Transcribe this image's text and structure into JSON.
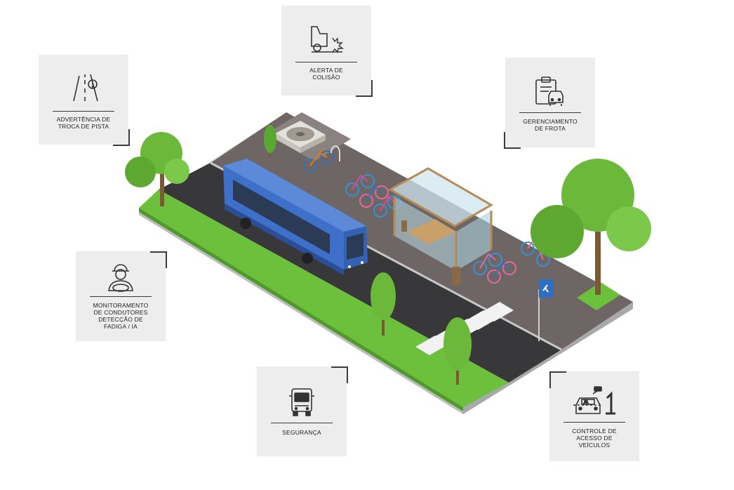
{
  "cards": {
    "lane_change": {
      "label": "ADVERTÊNCIA DE\nTROCA DE PISTA",
      "icon": "lane-departure-icon"
    },
    "collision": {
      "label": "ALERTA DE\nCOLISÃO",
      "icon": "collision-alert-icon"
    },
    "fleet": {
      "label": "GERENCIAMENTO\nDE FROTA",
      "icon": "fleet-management-icon"
    },
    "driver": {
      "label": "MONITORAMENTO\nDE CONDUTORES\nDETECÇÃO DE\nFADIGA / IA",
      "icon": "driver-monitoring-icon"
    },
    "security": {
      "label": "SEGURANÇA",
      "icon": "truck-front-icon"
    },
    "access": {
      "label": "CONTROLE DE\nACESSO DE\nVEÍCULOS",
      "icon": "vehicle-access-icon"
    }
  },
  "colors": {
    "card_bg": "#ecedec",
    "grass": "#6dc03c",
    "road": "#3a3a3c",
    "sidewalk": "#6e6665",
    "bus": "#3e6fc9",
    "tree": "#6cb83a"
  }
}
